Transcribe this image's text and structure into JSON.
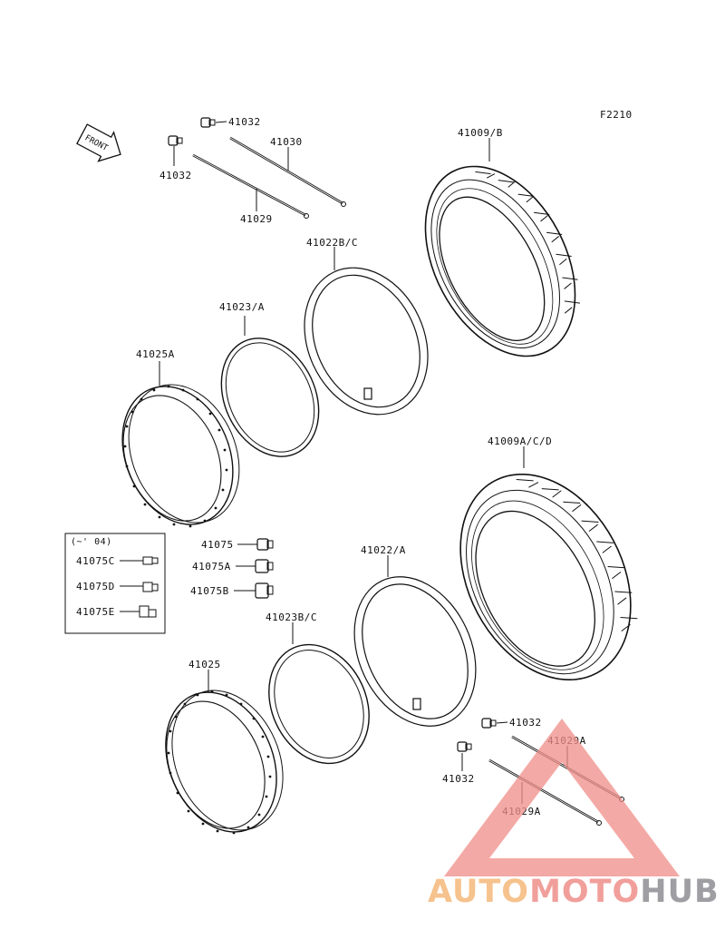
{
  "figure_code": "F2210",
  "front_arrow_text": "FRONT",
  "parts": {
    "p41032_a": "41032",
    "p41032_b": "41032",
    "p41030": "41030",
    "p41029": "41029",
    "p41009b": "41009/B",
    "p41022bc": "41022B/C",
    "p41023a": "41023/A",
    "p41025a": "41025A",
    "p41009acd": "41009A/C/D",
    "p41075": "41075",
    "p41075a": "41075A",
    "p41075b": "41075B",
    "p41022a": "41022/A",
    "p41023bc": "41023B/C",
    "p41025": "41025",
    "p41032_c": "41032",
    "p41032_d": "41032",
    "p41029a_1": "41029A",
    "p41029a_2": "41029A"
  },
  "inset_box": {
    "title": "(~' 04)",
    "items": [
      "41075C",
      "41075D",
      "41075E"
    ]
  },
  "watermark": {
    "part1": "AUTO",
    "part2": "MOTO",
    "part3": "HUB",
    "colors": {
      "auto": "#f5b87a",
      "moto": "#ef8f8a",
      "hub": "#8e8e93",
      "triangle": "#ef8f8a"
    }
  }
}
